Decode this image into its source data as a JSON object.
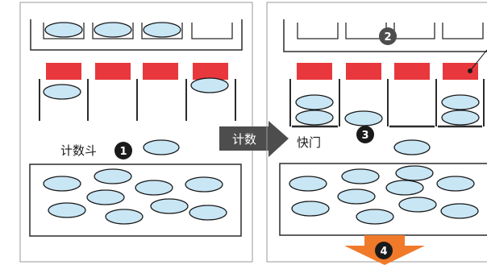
{
  "labels": {
    "count_hopper": "计数斗",
    "count_arrow": "计数",
    "shutter": "快门"
  },
  "step_markers": [
    "1",
    "2",
    "3",
    "4"
  ],
  "colors": {
    "pellet_fill": "#c9e6f5",
    "pellet_stroke": "#1a1a1a",
    "shutter_red": "#e8383d",
    "arrow_gray": "#4d4d4d",
    "output_orange": "#f07a2a",
    "outline": "#2b2b2b"
  }
}
